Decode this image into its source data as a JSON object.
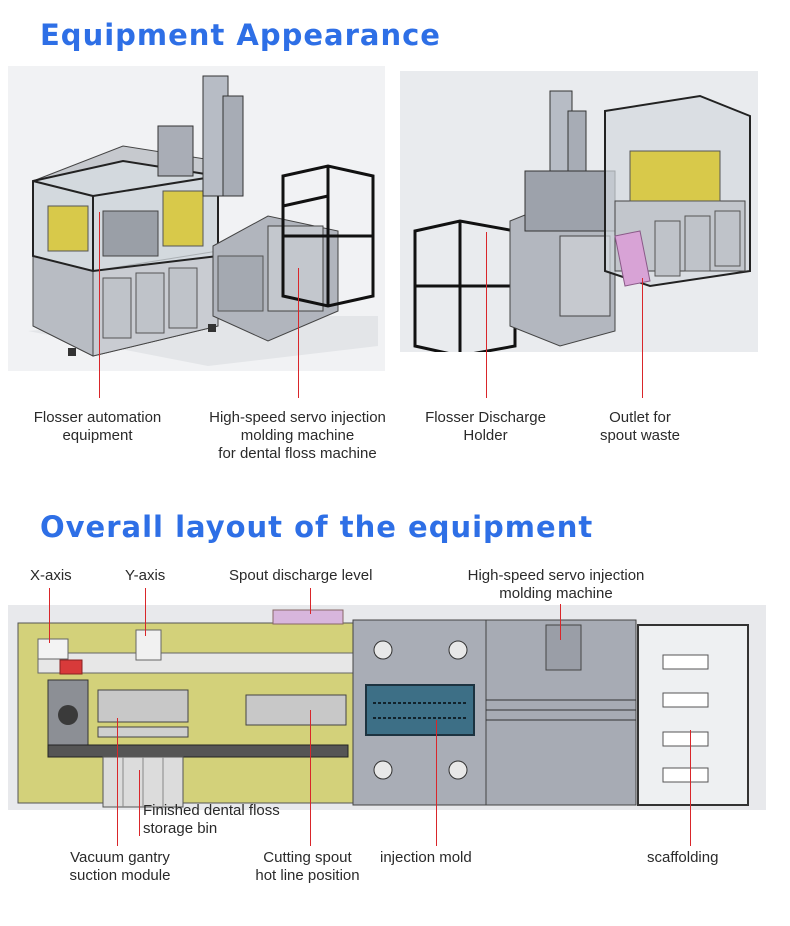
{
  "section_appearance": {
    "title": "Equipment Appearance",
    "labels": [
      "Flosser automation\nequipment",
      "High-speed servo injection\nmolding machine\nfor dental floss machine",
      "Flosser Discharge\nHolder",
      "Outlet for\nspout waste"
    ]
  },
  "section_layout": {
    "title": "Overall layout of the equipment",
    "top_labels": {
      "x_axis": "X-axis",
      "y_axis": "Y-axis",
      "spout_discharge": "Spout discharge level",
      "servo_injection": "High-speed servo injection\nmolding machine"
    },
    "bottom_labels": {
      "storage_bin": "Finished dental floss\nstorage bin",
      "gantry": "Vacuum gantry\nsuction module",
      "cutting": "Cutting spout\nhot line position",
      "mold": "injection mold",
      "scaffolding": "scaffolding"
    }
  },
  "colors": {
    "heading": "#2e6fe6",
    "callout_line": "#d9262a",
    "base_plate": "#d3d17a",
    "machine_grey": "#a9adb6",
    "mold_blue": "#3d6f86"
  }
}
